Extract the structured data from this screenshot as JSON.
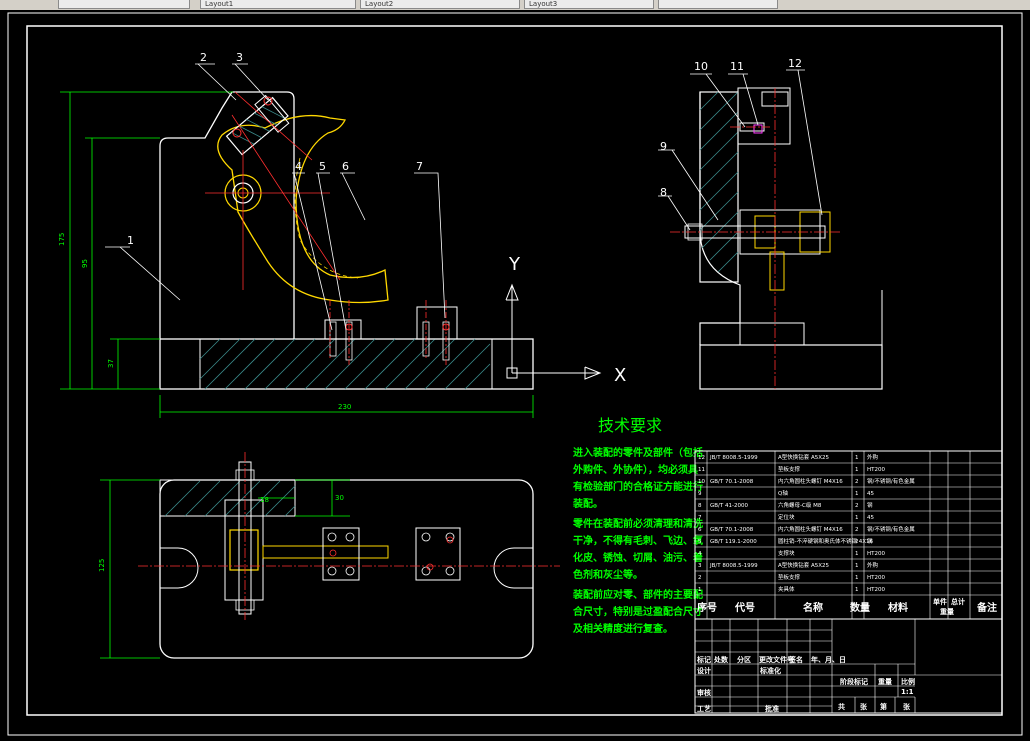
{
  "tabs": [
    {
      "label": ""
    },
    {
      "label": "Layout1"
    },
    {
      "label": "Layout2"
    },
    {
      "label": "Layout3"
    },
    {
      "label": ""
    }
  ],
  "balloons": [
    "1",
    "2",
    "3",
    "4",
    "5",
    "6",
    "7",
    "8",
    "9",
    "10",
    "11",
    "12"
  ],
  "axis_labels": {
    "y": "Y",
    "x": "X"
  },
  "dimensions": {
    "overall_height": "175",
    "inner_height": "95",
    "base_height": "37",
    "overall_width": "230",
    "plan_height": "125",
    "small_a": "18",
    "small_b": "30"
  },
  "tech": {
    "title": "技术要求",
    "lines": [
      "进入装配的零件及部件（包括",
      "外购件、外协件），均必须具",
      "有检验部门的合格证方能进行",
      "装配。",
      "零件在装配前必须清理和清洗",
      "干净，不得有毛刺、飞边、氧",
      "化皮、锈蚀、切屑、油污、着",
      "色剂和灰尘等。",
      "装配前应对零、部件的主要配",
      "合尺寸，特别是过盈配合尺寸",
      "及相关精度进行复查。"
    ]
  },
  "bom": {
    "rows": [
      {
        "no": "12",
        "code": "JB/T 8008.5-1999",
        "name": "A型快换钻套 A5X25",
        "qty": "1",
        "mat": "外购"
      },
      {
        "no": "11",
        "code": "",
        "name": "垫板支撑",
        "qty": "1",
        "mat": "HT200"
      },
      {
        "no": "10",
        "code": "GB/T 70.1-2008",
        "name": "内六角圆柱头螺钉 M4X16",
        "qty": "2",
        "mat": "钢/不锈钢/有色金属"
      },
      {
        "no": "9",
        "code": "",
        "name": "Q轴",
        "qty": "1",
        "mat": "45"
      },
      {
        "no": "8",
        "code": "GB/T 41-2000",
        "name": "六角螺母-C级 M8",
        "qty": "2",
        "mat": "钢"
      },
      {
        "no": "7",
        "code": "",
        "name": "定位块",
        "qty": "1",
        "mat": "45"
      },
      {
        "no": "6",
        "code": "GB/T 70.1-2008",
        "name": "内六角圆柱头螺钉 M4X16",
        "qty": "2",
        "mat": "钢/不锈钢/有色金属"
      },
      {
        "no": "5",
        "code": "GB/T 119.1-2000",
        "name": "圆柱销-不淬硬钢和奥氏体不锈钢 4X16",
        "qty": "2",
        "mat": "钢"
      },
      {
        "no": "4",
        "code": "",
        "name": "支撑块",
        "qty": "1",
        "mat": "HT200"
      },
      {
        "no": "3",
        "code": "JB/T 8008.5-1999",
        "name": "A型快换钻套 A5X25",
        "qty": "1",
        "mat": "外购"
      },
      {
        "no": "2",
        "code": "",
        "name": "垫板支撑",
        "qty": "1",
        "mat": "HT200"
      },
      {
        "no": "1",
        "code": "",
        "name": "夹具体",
        "qty": "1",
        "mat": "HT200"
      }
    ],
    "header": {
      "no": "序号",
      "code": "代号",
      "name": "名称",
      "qty": "数量",
      "mat": "材料",
      "unit": "单件",
      "total": "总计",
      "weight": "重量",
      "note": "备注"
    }
  },
  "title_block": {
    "design": "设计",
    "standard": "标准化",
    "review": "审核",
    "process": "工艺",
    "approve": "批准",
    "marks": [
      "标记",
      "处数",
      "分区",
      "更改文件号",
      "签名",
      "年、月、日"
    ],
    "stage": "阶段标记",
    "weight": "重量",
    "scale": "比例",
    "scale_value": "1:1",
    "sheets": [
      "共",
      "张",
      "第",
      "张"
    ]
  }
}
